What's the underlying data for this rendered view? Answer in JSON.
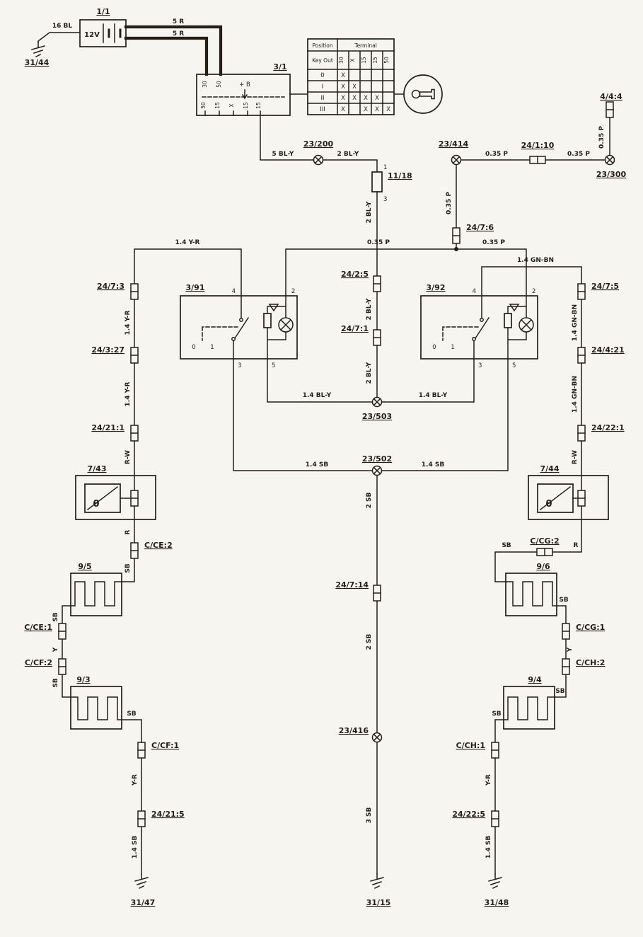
{
  "battery": {
    "id": "1/1",
    "voltage": "12V",
    "wire_ground": "16 BL",
    "wire_feed_a": "5 R",
    "wire_feed_b": "5 R",
    "ground_id": "31/44"
  },
  "ignition": {
    "id": "3/1",
    "plus_b": "+ B",
    "pins_top": [
      "30",
      "50"
    ],
    "pins_bottom": [
      "50",
      "15",
      "X",
      "15",
      "15"
    ]
  },
  "key_table": {
    "h_position": "Position",
    "h_terminal": "Terminal",
    "h_key_out": "Key Out",
    "columns": [
      "30",
      "X",
      "15",
      "15",
      "50"
    ],
    "rows": [
      {
        "label": "0",
        "marks": [
          "X",
          "",
          "",
          "",
          ""
        ]
      },
      {
        "label": "I",
        "marks": [
          "X",
          "X",
          "",
          "",
          ""
        ]
      },
      {
        "label": "II",
        "marks": [
          "X",
          "X",
          "X",
          "X",
          ""
        ]
      },
      {
        "label": "III",
        "marks": [
          "X",
          "",
          "X",
          "X",
          "X"
        ]
      }
    ]
  },
  "feed": {
    "splice_200": "23/200",
    "w_5bly": "5 BL-Y",
    "w_2bly": "2 BL-Y",
    "fuse_id": "11/18",
    "fuse_pin_top": "1",
    "fuse_pin_bottom": "3",
    "conn_444": "4/4:4",
    "w_p_444": "0.35 P",
    "splice_300": "23/300",
    "conn_24110": "24/1:10",
    "w_p_right": "0.35 P",
    "w_p_left": "0.35 P",
    "splice_414": "23/414",
    "w_p_down": "0.35 P",
    "conn_2476": "24/7:6",
    "w_p_sw_left": "0.35 P",
    "w_p_sw_right": "0.35 P",
    "w_yr": "1.4 Y-R",
    "w_gnbn": "1.4 GN-BN"
  },
  "mid": {
    "conn_2425": "24/2:5",
    "w_bly_1": "2 BL-Y",
    "w_bly_2": "2 BL-Y",
    "conn_2471": "24/7:1",
    "w_bly_3": "2 BL-Y",
    "splice_503": "23/503",
    "w_bly_l": "1.4 BL-Y",
    "w_bly_r": "1.4 BL-Y",
    "splice_502": "23/502",
    "w_sb_l": "1.4 SB",
    "w_sb_r": "1.4 SB",
    "w_sb_1": "2 SB",
    "conn_24714": "24/7:14",
    "w_sb_2": "2 SB",
    "splice_416": "23/416",
    "w_sb_3": "3 SB",
    "ground_id": "31/15"
  },
  "sw_left": {
    "id": "3/91",
    "p4": "4",
    "p2": "2",
    "p3": "3",
    "p5": "5",
    "pos0": "0",
    "pos1": "1"
  },
  "sw_right": {
    "id": "3/92",
    "p4": "4",
    "p2": "2",
    "p3": "3",
    "p5": "5",
    "pos0": "0",
    "pos1": "1"
  },
  "left": {
    "conn1": "24/7:3",
    "w1": "1.4 Y-R",
    "conn2": "24/3:27",
    "w2": "1.4 Y-R",
    "conn3": "24/21:1",
    "w3": "R-W",
    "thermo_id": "7/43",
    "theta": "θ",
    "w4": "R",
    "conn4": "C/CE:2",
    "w5": "SB",
    "el_top": "9/5",
    "w6": "SB",
    "conn5": "C/CE:1",
    "w7": "Y",
    "conn6": "C/CF:2",
    "w8": "SB",
    "el_bot": "9/3",
    "w9": "SB",
    "conn7": "C/CF:1",
    "w10": "Y-R",
    "conn8": "24/21:5",
    "w11": "1.4 SB",
    "ground_id": "31/47"
  },
  "right": {
    "conn1": "24/7:5",
    "w1": "1.4 GN-BN",
    "conn2": "24/4:21",
    "w2": "1.4 GN-BN",
    "conn3": "24/22:1",
    "w3": "R-W",
    "thermo_id": "7/44",
    "theta": "θ",
    "w4": "R",
    "conn4": "C/CG:2",
    "w5": "SB",
    "el_top": "9/6",
    "w6": "SB",
    "conn5": "C/CG:1",
    "w7": "Y",
    "conn6": "C/CH:2",
    "w8": "SB",
    "el_bot": "9/4",
    "w9": "SB",
    "conn7": "C/CH:1",
    "w10": "Y-R",
    "conn8": "24/22:5",
    "w11": "1.4 SB",
    "ground_id": "31/48"
  }
}
